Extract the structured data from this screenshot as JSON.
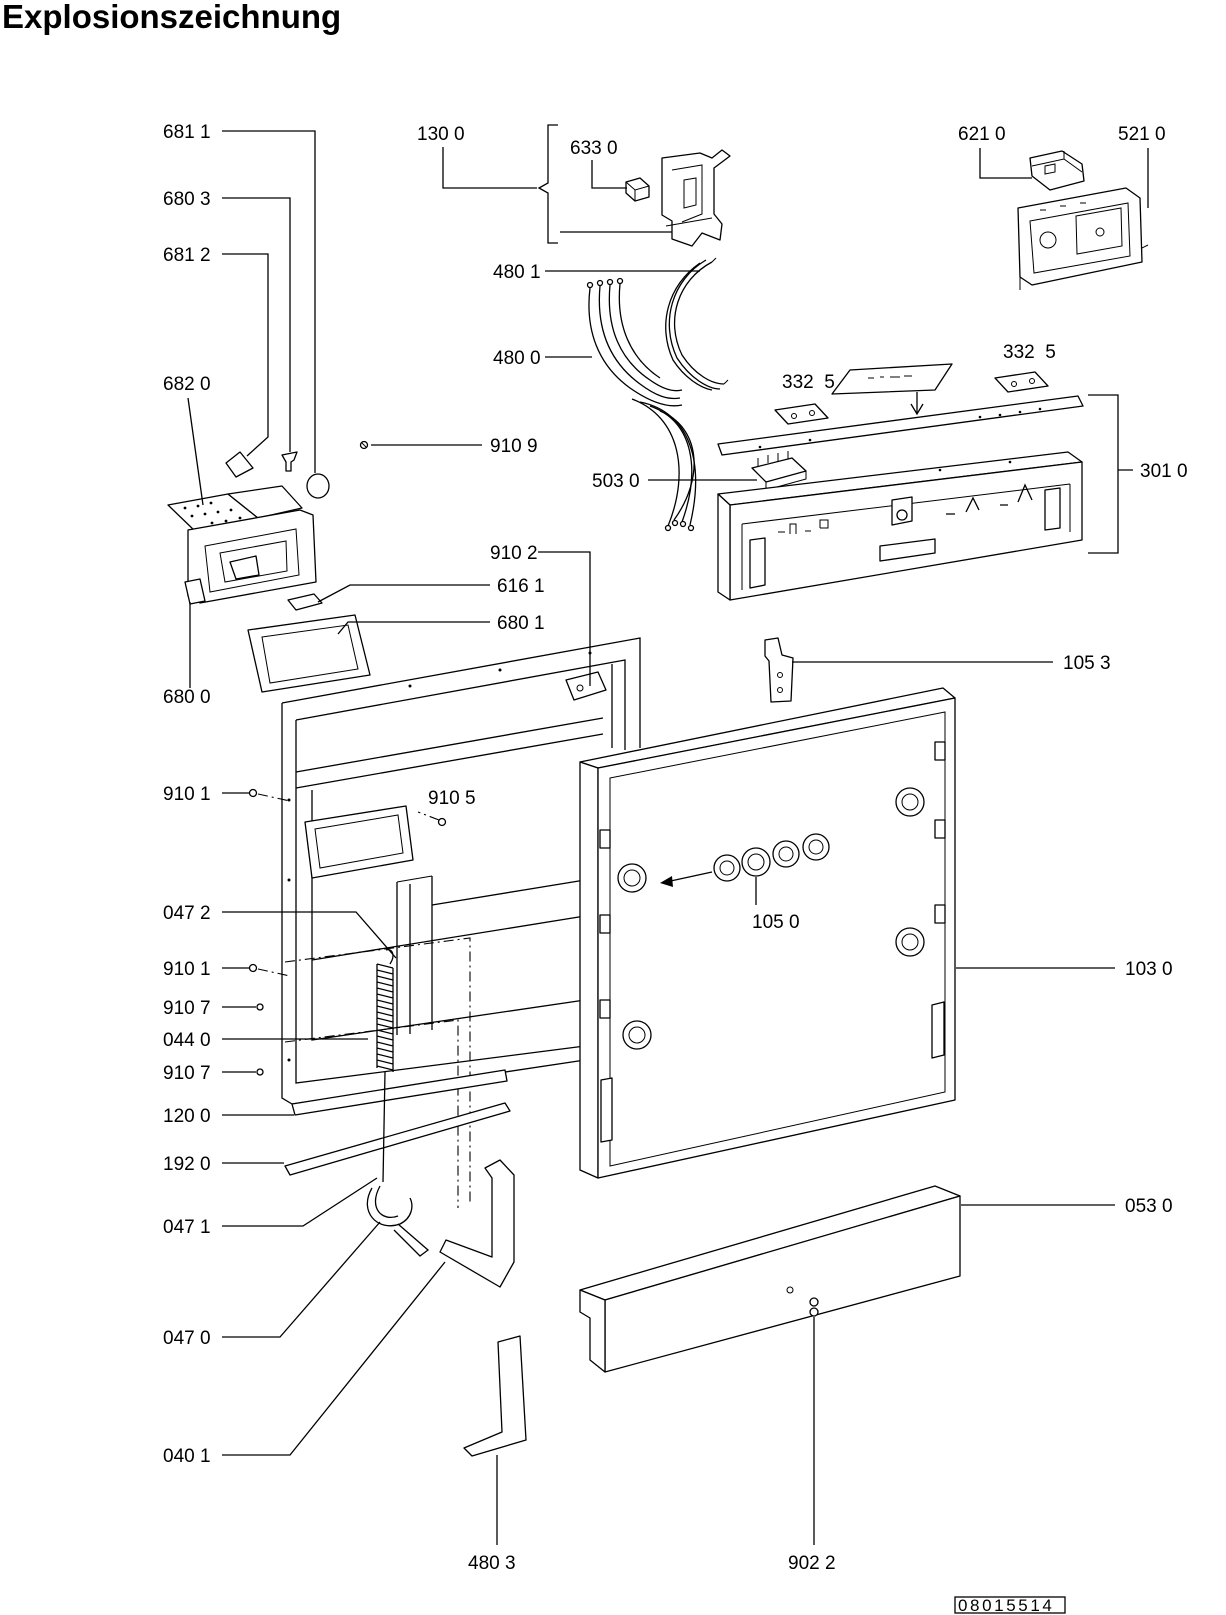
{
  "title": "Explosionszeichnung",
  "document_number": "08015514",
  "callouts": [
    "681 1",
    "680 3",
    "681 2",
    "682 0",
    "910 9",
    "616 1",
    "680 1",
    "680 0",
    "910 2",
    "910 1",
    "910 5",
    "047 2",
    "910 1",
    "910 7",
    "044 0",
    "910 7",
    "120 0",
    "192 0",
    "047 1",
    "047 0",
    "040 1",
    "480 3",
    "902 2",
    "105 0",
    "103 0",
    "053 0",
    "105 3",
    "301 0",
    "332  5",
    "332  5",
    "480 1",
    "480 0",
    "503 0",
    "130 0",
    "633 0",
    "621 0",
    "521 0"
  ]
}
